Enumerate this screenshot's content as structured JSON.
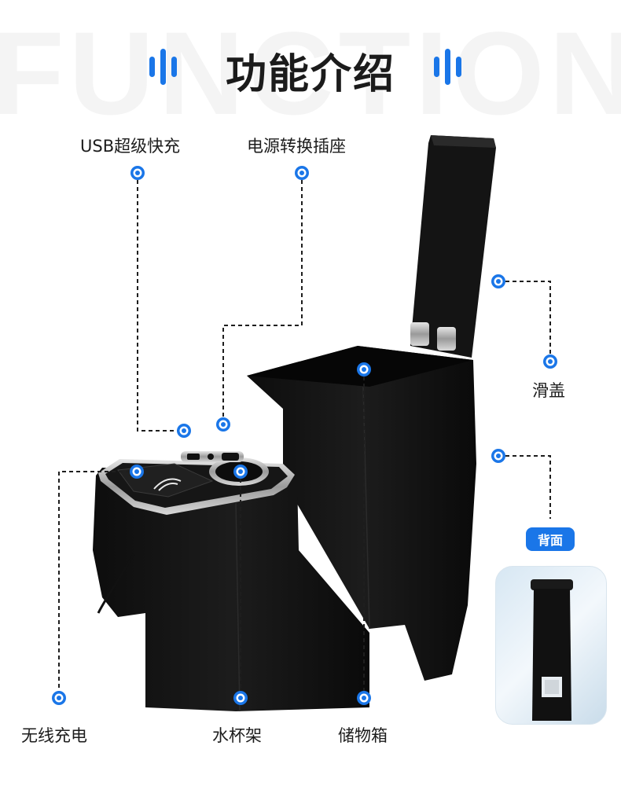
{
  "page": {
    "background_word": "FUNCTION",
    "title": "功能介绍",
    "accent_color": "#1a76e8"
  },
  "callouts": {
    "usb_charge": "USB超级快充",
    "power_socket": "电源转换插座",
    "slide_cover": "滑盖",
    "wireless_charge": "无线充电",
    "cup_holder": "水杯架",
    "storage_box": "储物箱"
  },
  "back_view": {
    "badge": "背面"
  }
}
